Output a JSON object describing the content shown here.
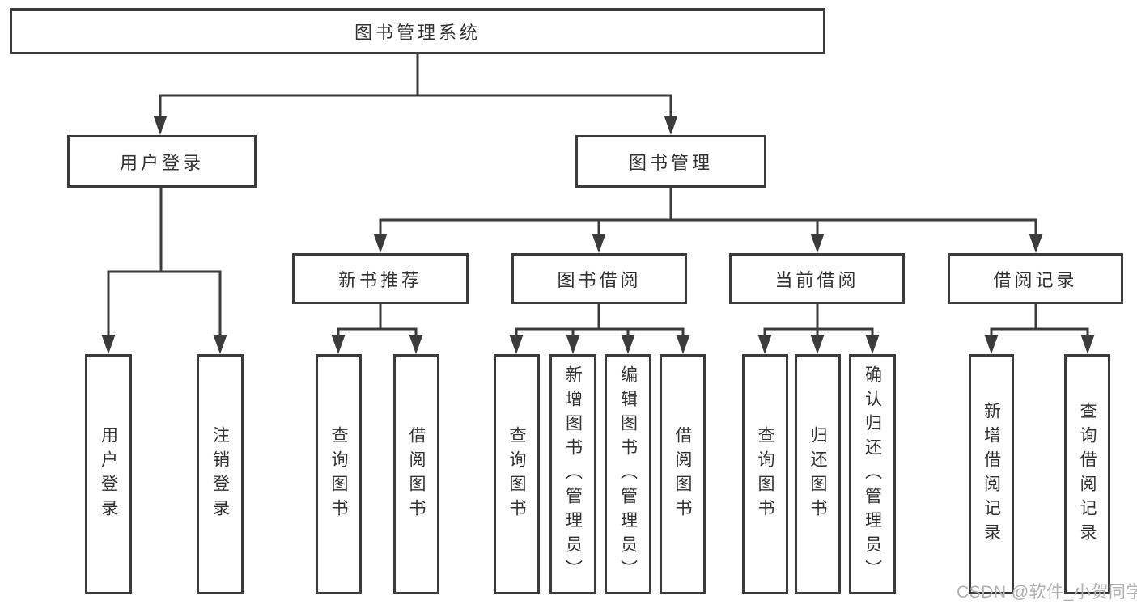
{
  "diagram": {
    "root": {
      "label": "图书管理系统"
    },
    "branches": [
      {
        "label": "用户登录",
        "leaves": [
          {
            "label": "用户登录"
          },
          {
            "label": "注销登录"
          }
        ]
      },
      {
        "label": "图书管理",
        "children": [
          {
            "label": "新书推荐",
            "leaves": [
              {
                "label": "查询图书"
              },
              {
                "label": "借阅图书"
              }
            ]
          },
          {
            "label": "图书借阅",
            "leaves": [
              {
                "label": "查询图书"
              },
              {
                "label": "新增图书（管理员）"
              },
              {
                "label": "编辑图书（管理员）"
              },
              {
                "label": "借阅图书"
              }
            ]
          },
          {
            "label": "当前借阅",
            "leaves": [
              {
                "label": "查询图书"
              },
              {
                "label": "归还图书"
              },
              {
                "label": "确认归还（管理员）"
              }
            ]
          },
          {
            "label": "借阅记录",
            "leaves": [
              {
                "label": "新增借阅记录"
              },
              {
                "label": "查询借阅记录"
              }
            ]
          }
        ]
      }
    ]
  },
  "watermark": {
    "text": "CSDN @软件_小贺同学"
  },
  "colors": {
    "line": "#3b3b3b",
    "border": "#3b3b3b",
    "text": "#303030",
    "background": "#ffffff",
    "watermark": "#b0b0b0",
    "box_fill": "#ffffff"
  }
}
